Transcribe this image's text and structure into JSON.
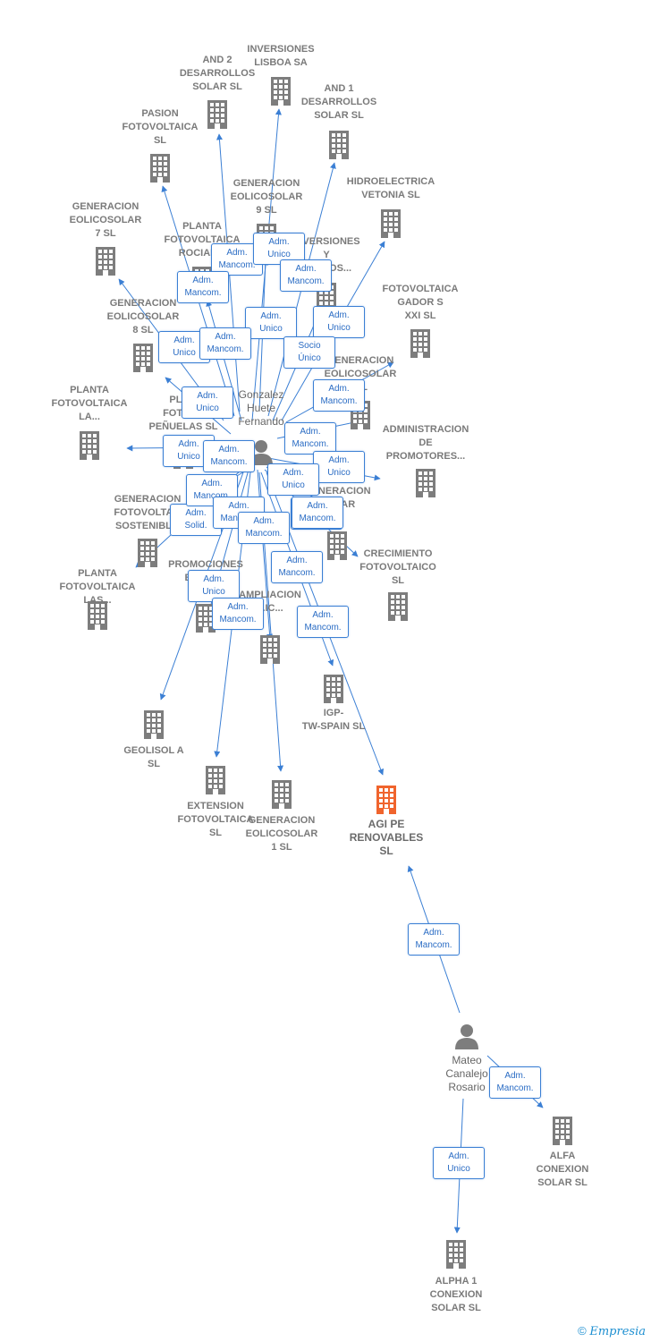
{
  "center": {
    "id": "gonz",
    "name": "Gonzalez\nHuete\nFernando"
  },
  "focus": {
    "id": "agi",
    "name": "AGI PE\nRENOVABLES\nSL"
  },
  "person2": {
    "id": "mateo",
    "name": "Mateo\nCanalejo\nRosario"
  },
  "companies": [
    {
      "id": "and2",
      "name": "AND 2\nDESARROLLOS\nSOLAR  SL"
    },
    {
      "id": "invlis",
      "name": "INVERSIONES\nLISBOA SA"
    },
    {
      "id": "and1",
      "name": "AND 1\nDESARROLLOS\nSOLAR  SL"
    },
    {
      "id": "pasion",
      "name": "PASION\nFOTOVOLTAICA\nSL"
    },
    {
      "id": "gen9",
      "name": "GENERACION\nEOLICOSOLAR\n9  SL"
    },
    {
      "id": "hidro",
      "name": "HIDROELECTRICA\nVETONIA SL"
    },
    {
      "id": "gen7",
      "name": "GENERACION\nEOLICOSOLAR\n7  SL"
    },
    {
      "id": "rocian",
      "name": "PLANTA\nFOTOVOLTAICA\nROCIAN..."
    },
    {
      "id": "invy",
      "name": "INVERSIONES\nY\n...OLLOS..."
    },
    {
      "id": "gador",
      "name": "FOTOVOLTAICA\nGADOR S\nXXI  SL"
    },
    {
      "id": "gen8",
      "name": "GENERACION\nEOLICOSOLAR\n8  SL"
    },
    {
      "id": "geneol",
      "name": "GENERACION\nEOLICOSOLAR\n...L"
    },
    {
      "id": "plla",
      "name": "PLANTA\nFOTOVOLTAICA\nLA..."
    },
    {
      "id": "penuelas",
      "name": "PLA...\nFOTOV...\nPEÑUELAS SL"
    },
    {
      "id": "admin",
      "name": "ADMINISTRACION\nDE\nPROMOTORES..."
    },
    {
      "id": "sostenib",
      "name": "GENERACION\nFOTOVOLTA...\nSOSTENIBL..."
    },
    {
      "id": "genraolar",
      "name": "...ENERACION\n...OLAR"
    },
    {
      "id": "crecim",
      "name": "CRECIMIENTO\nFOTOVOLTAICO\nSL"
    },
    {
      "id": "pllas",
      "name": "PLANTA\nFOTOVOLTAICA\nLAS..."
    },
    {
      "id": "promo",
      "name": "PROMOCIONES\nENE...AS"
    },
    {
      "id": "amplia",
      "name": "AMPLIACION\n...IC..."
    },
    {
      "id": "igp",
      "name": "IGP-\nTW-SPAIN  SL"
    },
    {
      "id": "geolisol",
      "name": "GEOLISOL A\nSL"
    },
    {
      "id": "extension",
      "name": "EXTENSION\nFOTOVOLTAICA\nSL"
    },
    {
      "id": "gen1",
      "name": "GENERACION\nEOLICOSOLAR\n1  SL"
    },
    {
      "id": "alfa",
      "name": "ALFA\nCONEXION\nSOLAR  SL"
    },
    {
      "id": "alpha1",
      "name": "ALPHA 1\nCONEXION\nSOLAR  SL"
    }
  ],
  "relations": [
    {
      "label": "Adm.\nMancom."
    },
    {
      "label": "Adm.\nUnico"
    },
    {
      "label": "Adm.\nMancom."
    },
    {
      "label": "Adm.\nMancom."
    },
    {
      "label": "Adm.\nUnico"
    },
    {
      "label": "Adm.\nUnico"
    },
    {
      "label": "Adm.\nUnico"
    },
    {
      "label": "Adm.\nMancom."
    },
    {
      "label": "Socio\nÚnico"
    },
    {
      "label": "Adm.\nMancom."
    },
    {
      "label": "Adm.\nUnico"
    },
    {
      "label": "Adm.\nMancom."
    },
    {
      "label": "Adm.\nUnico"
    },
    {
      "label": "Adm.\nUnico"
    },
    {
      "label": "Adm.\nUnico"
    },
    {
      "label": "Adm.\nMancom."
    },
    {
      "label": "Adm.\nMancom."
    },
    {
      "label": "Adm.\nSolid."
    },
    {
      "label": "Adm.\nMancom."
    },
    {
      "label": "Adm.\nMancom."
    },
    {
      "label": "Adm.\nMancom."
    },
    {
      "label": "Adm.\nMancom."
    },
    {
      "label": "Adm.\nUnico"
    },
    {
      "label": "Adm.\nMancom."
    },
    {
      "label": "Adm.\nUnico"
    },
    {
      "label": "Adm.\nMancom."
    },
    {
      "label": "Adm.\nMancom."
    },
    {
      "label": "Adm.\nMancom."
    },
    {
      "label": "Adm.\nMancom."
    }
  ],
  "colors": {
    "edge": "#3b7fd4",
    "building": "#7d7d7d",
    "focus_building": "#f0642d",
    "person": "#7d7d7d"
  },
  "credit": {
    "symbol": "©",
    "brand": "Empresia"
  }
}
